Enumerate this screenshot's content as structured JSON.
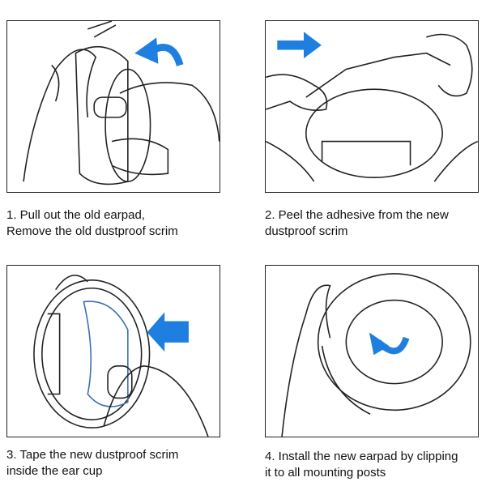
{
  "steps": [
    {
      "line1": "1. Pull out the old earpad,",
      "line2": "Remove the old dustproof scrim"
    },
    {
      "line1": "2. Peel the adhesive from the new",
      "line2": "dustproof scrim"
    },
    {
      "line1": "3. Tape the new dustproof scrim",
      "line2": "inside the ear cup"
    },
    {
      "line1": "4. Install the new earpad by clipping",
      "line2": "it to all mounting posts"
    }
  ],
  "colors": {
    "arrow": "#1e7fe0",
    "line": "#222222",
    "scrim": "#3a6fb5"
  }
}
